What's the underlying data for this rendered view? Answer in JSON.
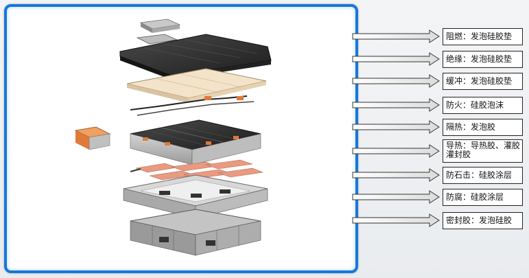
{
  "labels": [
    {
      "text": "阻燃：发泡硅胶垫"
    },
    {
      "text": "绝缘：发泡硅胶垫"
    },
    {
      "text": "缓冲：发泡硅胶垫"
    },
    {
      "text": "防火：硅胶泡沫"
    },
    {
      "text": "隔热：发泡胶"
    },
    {
      "text": "导热：导热胶、灌胶灌封胶"
    },
    {
      "text": "防石击：硅胶涂层"
    },
    {
      "text": "防腐：硅胶涂层"
    },
    {
      "text": "密封胶：发泡硅胶"
    }
  ],
  "colors": {
    "frame": "#1677d9",
    "foam_pad": "#f3e3c8",
    "thermal_pad": "#e99a80",
    "busbar": "#e07a3a",
    "cover": "#2a2a2a"
  }
}
